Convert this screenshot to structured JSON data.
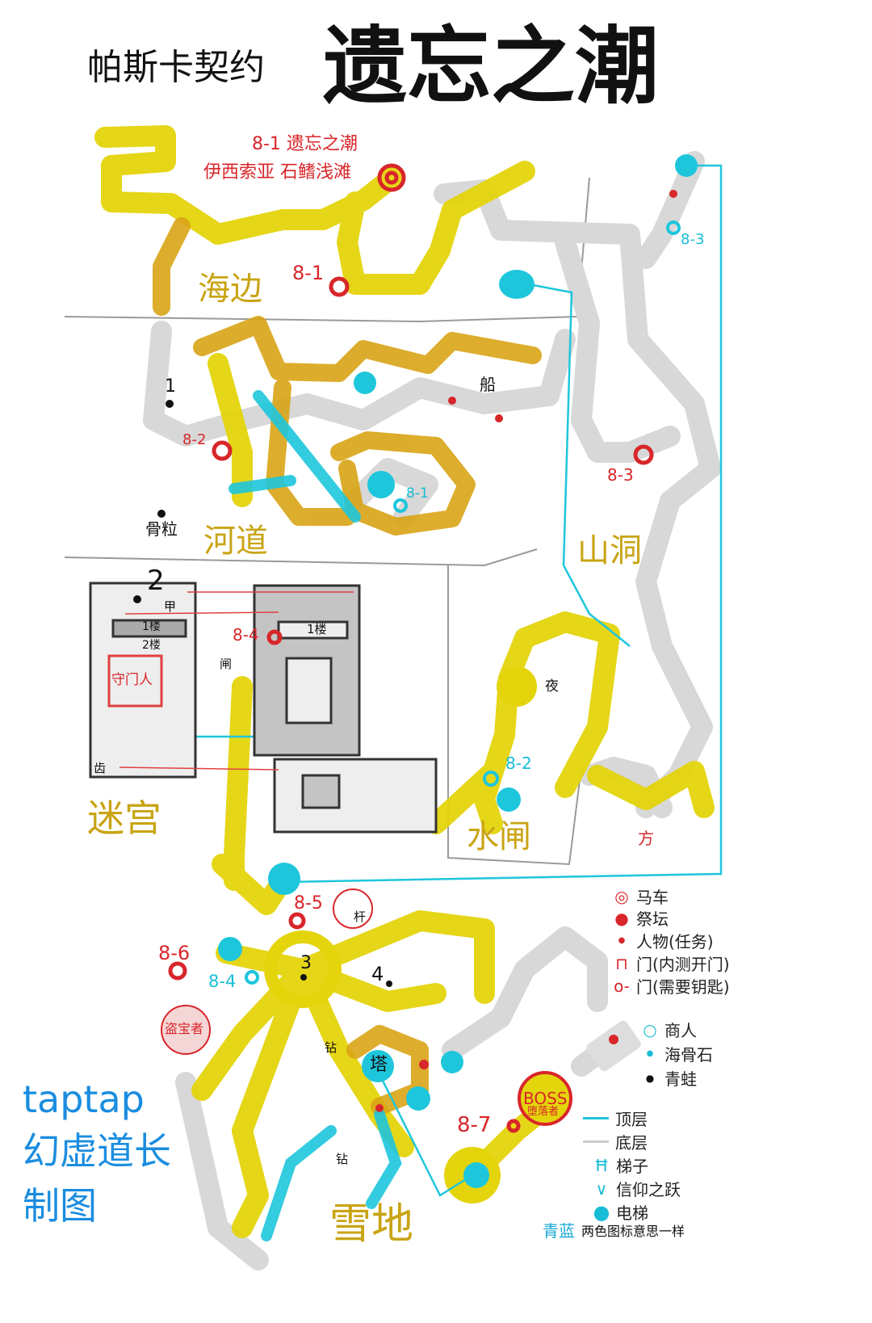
{
  "header": {
    "subtitle": "帕斯卡契约",
    "title": "遗忘之潮"
  },
  "top_note": {
    "line1": "8-1 遗忘之潮",
    "line2": "伊西索亚 石鳍浅滩"
  },
  "regions": {
    "seaside": "海边",
    "river": "河道",
    "cave": "山洞",
    "maze": "迷宫",
    "sluice": "水闸",
    "snow": "雪地"
  },
  "altars": {
    "a81": "8-1",
    "a82": "8-2",
    "a83": "8-3",
    "a84": "8-4",
    "a85": "8-5",
    "a86": "8-6",
    "a87": "8-7"
  },
  "merchants": {
    "m81": "8-1",
    "m82": "8-2",
    "m83": "8-3",
    "m84": "8-4"
  },
  "frogs": {
    "f1": "1",
    "f2": "2",
    "f3": "3",
    "f4": "4"
  },
  "labels": {
    "boat": "船",
    "bone": "骨粒",
    "armor": "甲",
    "floor1a": "1楼",
    "floor2": "2楼",
    "gate": "闸",
    "gatekeeper": "守门人",
    "gear": "齿",
    "floor1b": "1楼",
    "night": "夜",
    "square": "方",
    "lever": "杆",
    "drill1": "钻",
    "drill2": "钻",
    "tower": "塔",
    "thief": "盗宝者",
    "boss": "BOSS",
    "boss_name": "堕落者"
  },
  "credit": {
    "line1": "taptap",
    "line2": "幻虚道长",
    "line3": "制图"
  },
  "legend": {
    "items": [
      {
        "icon": "carriage-icon",
        "label": "马车"
      },
      {
        "icon": "altar-icon",
        "label": "祭坛"
      },
      {
        "icon": "npc-dot-icon",
        "label": "人物(任务)"
      },
      {
        "icon": "door-icon",
        "label": "门(内测开门)"
      },
      {
        "icon": "key-door-icon",
        "label": "门(需要钥匙)"
      },
      {
        "icon": "merchant-icon",
        "label": "商人"
      },
      {
        "icon": "sea-bone-icon",
        "label": "海骨石"
      },
      {
        "icon": "frog-icon",
        "label": "青蛙"
      },
      {
        "icon": "top-layer-line-icon",
        "label": "顶层"
      },
      {
        "icon": "bottom-layer-line-icon",
        "label": "底层"
      },
      {
        "icon": "ladder-icon",
        "label": "梯子"
      },
      {
        "icon": "leap-of-faith-icon",
        "label": "信仰之跃"
      },
      {
        "icon": "elevator-icon",
        "label": "电梯"
      }
    ],
    "note_color": "青蓝",
    "note": "两色图标意思一样"
  },
  "colors": {
    "yellow": "#e4d40c",
    "orange": "#d9a416",
    "grey": "#d6d6d6",
    "cyan": "#1ec6dc",
    "red": "#d8262a",
    "gold": "#c9a414"
  }
}
